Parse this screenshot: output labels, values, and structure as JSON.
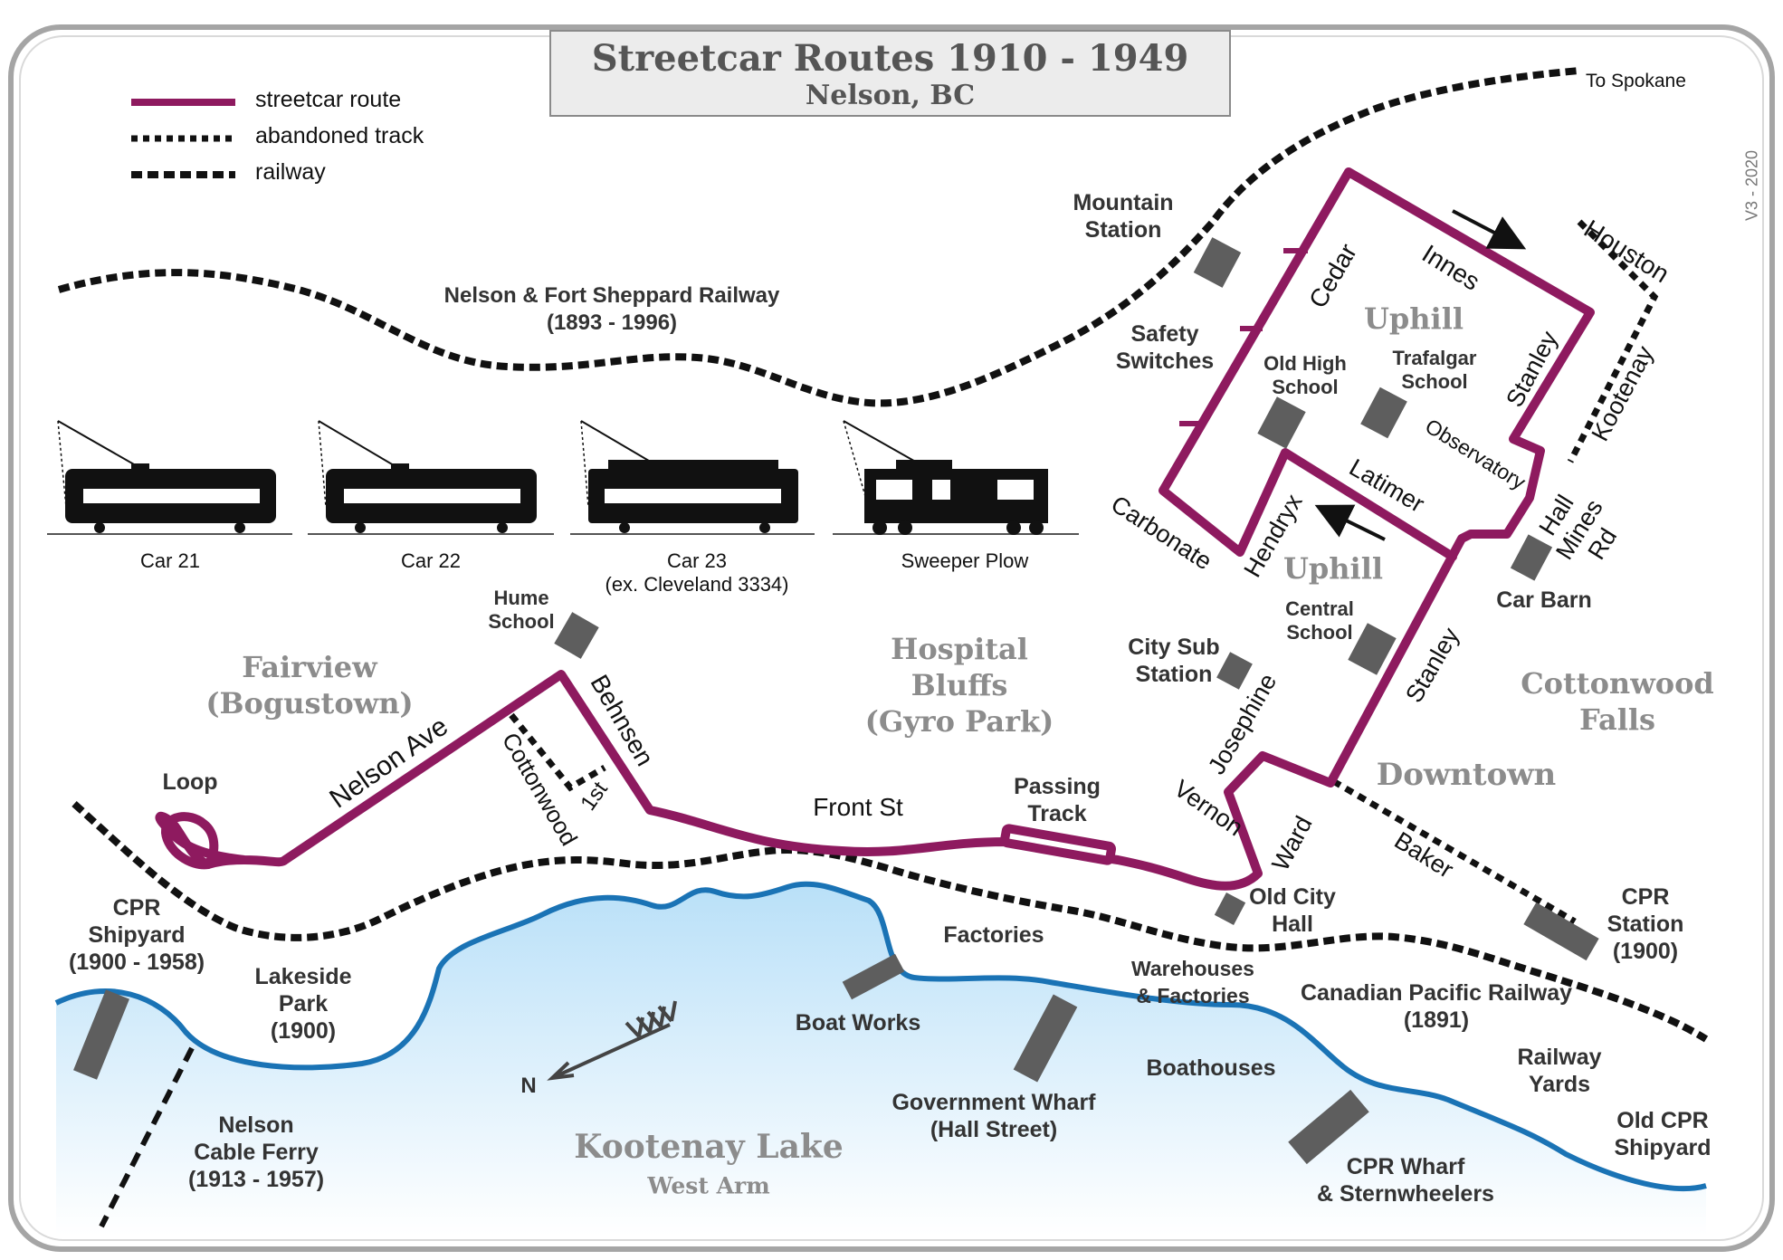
{
  "title": "Streetcar Routes 1910 - 1949",
  "subtitle": "Nelson, BC",
  "version": "V3 - 2020",
  "colors": {
    "route": "#8e1a5f",
    "lake_edge": "#1a73b5",
    "lake_fill": "#cfe9fa",
    "building": "#5e5e5e",
    "area_text": "#8c8c8c"
  },
  "legend": {
    "route": "streetcar route",
    "abandoned": "abandoned track",
    "railway": "railway"
  },
  "railways": {
    "nfs_name": "Nelson & Fort Sheppard Railway",
    "nfs_years": "(1893 - 1996)",
    "to_spokane": "To Spokane",
    "cpr_name": "Canadian Pacific Railway",
    "cpr_years": "(1891)"
  },
  "cars": [
    {
      "name": "Car 21",
      "note": ""
    },
    {
      "name": "Car 22",
      "note": ""
    },
    {
      "name": "Car 23",
      "note": "(ex. Cleveland 3334)"
    },
    {
      "name": "Sweeper Plow",
      "note": ""
    }
  ],
  "areas": {
    "fairview": "Fairview",
    "bogustown": "(Bogustown)",
    "hospital": "Hospital",
    "bluffs": "Bluffs",
    "gyro": "(Gyro Park)",
    "uphill": "Uphill",
    "downtown": "Downtown",
    "cottonwood_falls_1": "Cottonwood",
    "cottonwood_falls_2": "Falls"
  },
  "streets": {
    "nelson_ave": "Nelson Ave",
    "cottonwood": "Cottonwood",
    "behnsen": "Behnsen",
    "first": "1st",
    "front": "Front St",
    "josephine": "Josephine",
    "vernon": "Vernon",
    "ward": "Ward",
    "baker": "Baker",
    "stanley": "Stanley",
    "hendryx": "Hendryx",
    "carbonate": "Carbonate",
    "latimer": "Latimer",
    "observatory": "Observatory",
    "cedar": "Cedar",
    "innes": "Innes",
    "houston": "Houston",
    "kootenay": "Kootenay",
    "hall_mines_1": "Hall",
    "hall_mines_2": "Mines",
    "hall_mines_3": "Rd"
  },
  "labels": {
    "loop": "Loop",
    "hume_school": [
      "Hume",
      "School"
    ],
    "passing_track": [
      "Passing",
      "Track"
    ],
    "mountain_station": [
      "Mountain",
      "Station"
    ],
    "safety_switches": [
      "Safety",
      "Switches"
    ],
    "old_high_school": [
      "Old High",
      "School"
    ],
    "trafalgar_school": [
      "Trafalgar",
      "School"
    ],
    "central_school": [
      "Central",
      "School"
    ],
    "city_sub_station": [
      "City Sub",
      "Station"
    ],
    "car_barn": "Car Barn",
    "cpr_station": [
      "CPR",
      "Station",
      "(1900)"
    ],
    "old_city_hall": [
      "Old City",
      "Hall"
    ],
    "factories": "Factories",
    "warehouses": [
      "Warehouses",
      "& Factories"
    ],
    "boat_works": "Boat Works",
    "government_wharf": [
      "Government Wharf",
      "(Hall Street)"
    ],
    "boathouses": "Boathouses",
    "cpr_wharf": [
      "CPR Wharf",
      "& Sternwheelers"
    ],
    "railway_yards": [
      "Railway",
      "Yards"
    ],
    "old_cpr_shipyard": [
      "Old CPR",
      "Shipyard"
    ],
    "cpr_shipyard": [
      "CPR",
      "Shipyard",
      "(1900 - 1958)"
    ],
    "lakeside_park": [
      "Lakeside",
      "Park",
      "(1900)"
    ],
    "cable_ferry": [
      "Nelson",
      "Cable Ferry",
      "(1913 - 1957)"
    ],
    "north": "N"
  },
  "lake": {
    "name": "Kootenay Lake",
    "arm": "West Arm"
  }
}
